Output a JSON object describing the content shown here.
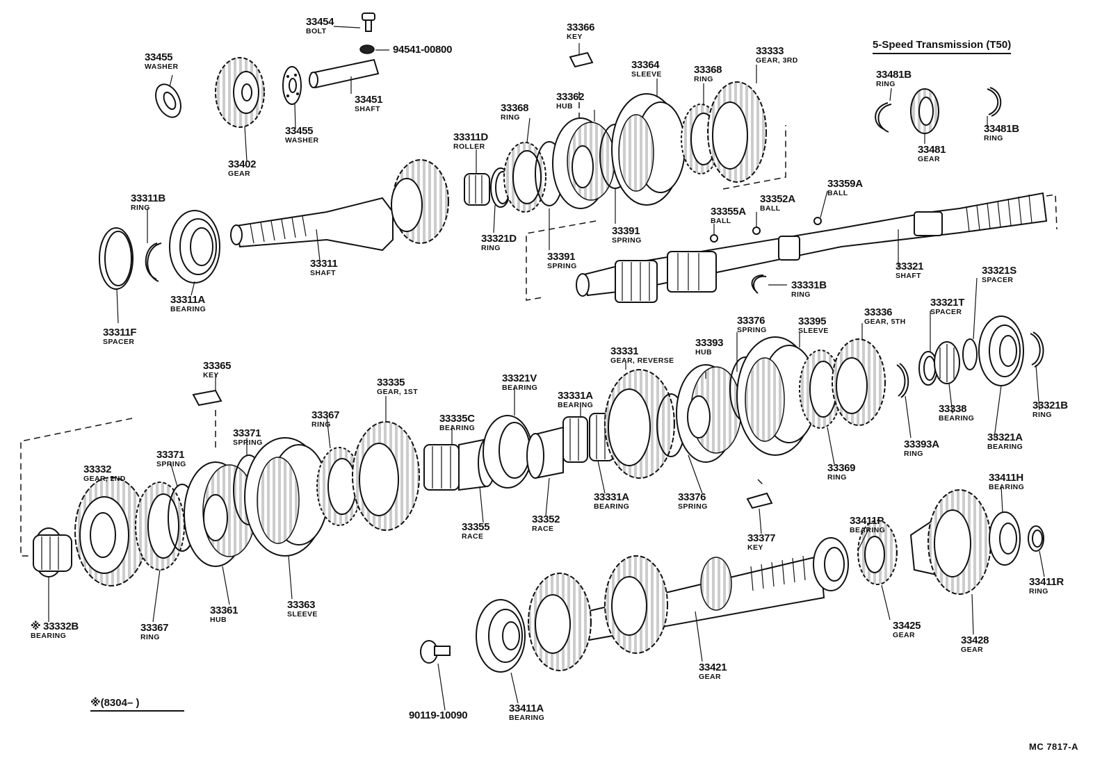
{
  "title": "5-Speed Transmission (T50)",
  "footnote": "※(8304–      )",
  "drawing_code": "MC  7817-A",
  "callouts": [
    {
      "id": "c-33454",
      "number": "33454",
      "name": "BOLT"
    },
    {
      "id": "c-94541",
      "number": "94541-00800",
      "name": ""
    },
    {
      "id": "c-33455a",
      "number": "33455",
      "name": "WASHER"
    },
    {
      "id": "c-33451",
      "number": "33451",
      "name": "SHAFT"
    },
    {
      "id": "c-33455b",
      "number": "33455",
      "name": "WASHER"
    },
    {
      "id": "c-33402",
      "number": "33402",
      "name": "GEAR"
    },
    {
      "id": "c-33366",
      "number": "33366",
      "name": "KEY"
    },
    {
      "id": "c-33364",
      "number": "33364",
      "name": "SLEEVE"
    },
    {
      "id": "c-33368a",
      "number": "33368",
      "name": "RING"
    },
    {
      "id": "c-33333",
      "number": "33333",
      "name": "GEAR, 3RD"
    },
    {
      "id": "c-33362",
      "number": "33362",
      "name": "HUB"
    },
    {
      "id": "c-33368b",
      "number": "33368",
      "name": "RING"
    },
    {
      "id": "c-33311d",
      "number": "33311D",
      "name": "ROLLER"
    },
    {
      "id": "c-33311b",
      "number": "33311B",
      "name": "RING"
    },
    {
      "id": "c-33311",
      "number": "33311",
      "name": "SHAFT"
    },
    {
      "id": "c-33311a",
      "number": "33311A",
      "name": "BEARING"
    },
    {
      "id": "c-33311f",
      "number": "33311F",
      "name": "SPACER"
    },
    {
      "id": "c-33321d",
      "number": "33321D",
      "name": "RING"
    },
    {
      "id": "c-33391a",
      "number": "33391",
      "name": "SPRING"
    },
    {
      "id": "c-33391b",
      "number": "33391",
      "name": "SPRING"
    },
    {
      "id": "c-33355a",
      "number": "33355A",
      "name": "BALL"
    },
    {
      "id": "c-33352a",
      "number": "33352A",
      "name": "BALL"
    },
    {
      "id": "c-33359a",
      "number": "33359A",
      "name": "BALL"
    },
    {
      "id": "c-33321",
      "number": "33321",
      "name": "SHAFT"
    },
    {
      "id": "c-33331b",
      "number": "33331B",
      "name": "RING"
    },
    {
      "id": "c-33481b1",
      "number": "33481B",
      "name": "RING"
    },
    {
      "id": "c-33481",
      "number": "33481",
      "name": "GEAR"
    },
    {
      "id": "c-33481b2",
      "number": "33481B",
      "name": "RING"
    },
    {
      "id": "c-33365",
      "number": "33365",
      "name": "KEY"
    },
    {
      "id": "c-33335",
      "number": "33335",
      "name": "GEAR, 1ST"
    },
    {
      "id": "c-33321v",
      "number": "33321V",
      "name": "BEARING"
    },
    {
      "id": "c-33331",
      "number": "33331",
      "name": "GEAR, REVERSE"
    },
    {
      "id": "c-33376a",
      "number": "33376",
      "name": "SPRING"
    },
    {
      "id": "c-33395",
      "number": "33395",
      "name": "SLEEVE"
    },
    {
      "id": "c-33336",
      "number": "33336",
      "name": "GEAR, 5TH"
    },
    {
      "id": "c-33321t",
      "number": "33321T",
      "name": "SPACER"
    },
    {
      "id": "c-33321s",
      "number": "33321S",
      "name": "SPACER"
    },
    {
      "id": "c-33393",
      "number": "33393",
      "name": "HUB"
    },
    {
      "id": "c-33331a1",
      "number": "33331A",
      "name": "BEARING"
    },
    {
      "id": "c-33367a",
      "number": "33367",
      "name": "RING"
    },
    {
      "id": "c-33371a",
      "number": "33371",
      "name": "SPRING"
    },
    {
      "id": "c-33335c",
      "number": "33335C",
      "name": "BEARING"
    },
    {
      "id": "c-33371b",
      "number": "33371",
      "name": "SPRING"
    },
    {
      "id": "c-33332",
      "number": "33332",
      "name": "GEAR, 2ND"
    },
    {
      "id": "c-33338",
      "number": "33338",
      "name": "BEARING"
    },
    {
      "id": "c-33321b",
      "number": "33321B",
      "name": "RING"
    },
    {
      "id": "c-33393a",
      "number": "33393A",
      "name": "RING"
    },
    {
      "id": "c-33321a",
      "number": "33321A",
      "name": "BEARING"
    },
    {
      "id": "c-33369",
      "number": "33369",
      "name": "RING"
    },
    {
      "id": "c-33376b",
      "number": "33376",
      "name": "SPRING"
    },
    {
      "id": "c-33331a2",
      "number": "33331A",
      "name": "BEARING"
    },
    {
      "id": "c-33355",
      "number": "33355",
      "name": "RACE"
    },
    {
      "id": "c-33352",
      "number": "33352",
      "name": "RACE"
    },
    {
      "id": "c-33377",
      "number": "33377",
      "name": "KEY"
    },
    {
      "id": "c-33411h",
      "number": "33411H",
      "name": "BEARING"
    },
    {
      "id": "c-33411p",
      "number": "33411P",
      "name": "BEARING"
    },
    {
      "id": "c-33411r",
      "number": "33411R",
      "name": "RING"
    },
    {
      "id": "c-33363",
      "number": "33363",
      "name": "SLEEVE"
    },
    {
      "id": "c-33361",
      "number": "33361",
      "name": "HUB"
    },
    {
      "id": "c-33367b",
      "number": "33367",
      "name": "RING"
    },
    {
      "id": "c-33332b",
      "number": "※ 33332B",
      "name": "BEARING"
    },
    {
      "id": "c-33425",
      "number": "33425",
      "name": "GEAR"
    },
    {
      "id": "c-33428",
      "number": "33428",
      "name": "GEAR"
    },
    {
      "id": "c-33421",
      "number": "33421",
      "name": "GEAR"
    },
    {
      "id": "c-33411a",
      "number": "33411A",
      "name": "BEARING"
    },
    {
      "id": "c-90119",
      "number": "90119-10090",
      "name": ""
    }
  ]
}
